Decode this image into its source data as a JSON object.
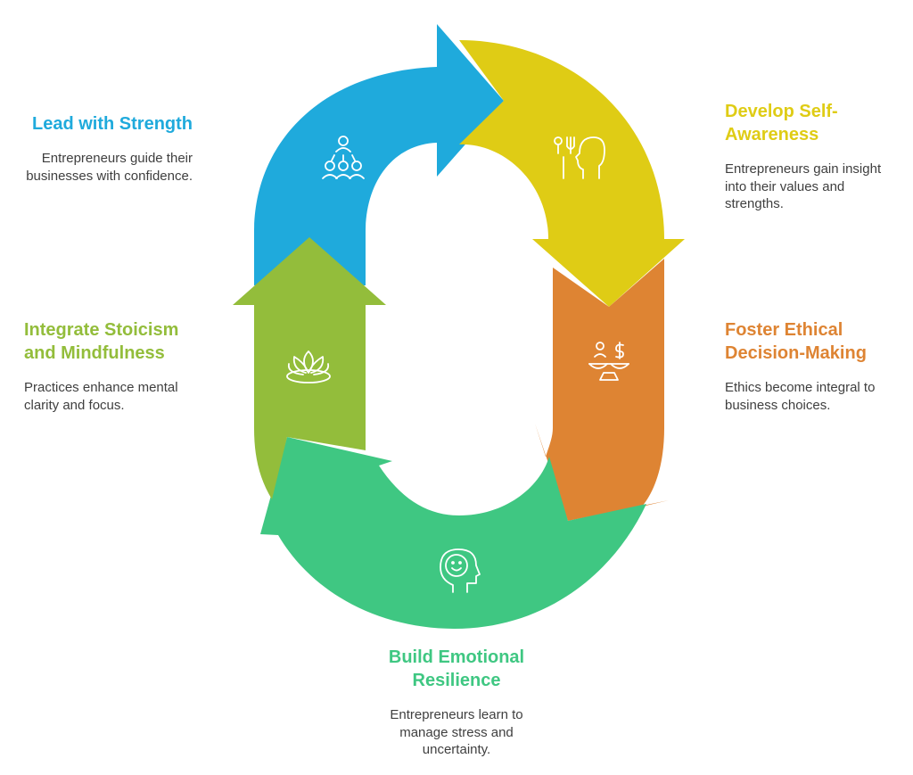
{
  "colors": {
    "blue": "#1faadc",
    "yellow": "#dfcc15",
    "orange": "#de8433",
    "green": "#3fc782",
    "olive": "#93bd3b",
    "text": "#3f3f3f"
  },
  "steps": [
    {
      "title": "Lead with Strength",
      "desc": "Entrepreneurs guide their businesses with confidence.",
      "icon": "team-leader-icon",
      "color": "#1faadc"
    },
    {
      "title": "Develop Self-Awareness",
      "desc": "Entrepreneurs gain insight into their values and strengths.",
      "icon": "head-reflection-icon",
      "color": "#dfcc15"
    },
    {
      "title": "Foster Ethical Decision-Making",
      "desc": "Ethics become integral to business choices.",
      "icon": "ethics-balance-icon",
      "color": "#de8433"
    },
    {
      "title": "Build Emotional Resilience",
      "desc": "Entrepreneurs learn to manage stress and uncertainty.",
      "icon": "smiling-head-icon",
      "color": "#3fc782"
    },
    {
      "title": "Integrate Stoicism and Mindfulness",
      "desc": "Practices enhance mental clarity and focus.",
      "icon": "lotus-icon",
      "color": "#93bd3b"
    }
  ]
}
